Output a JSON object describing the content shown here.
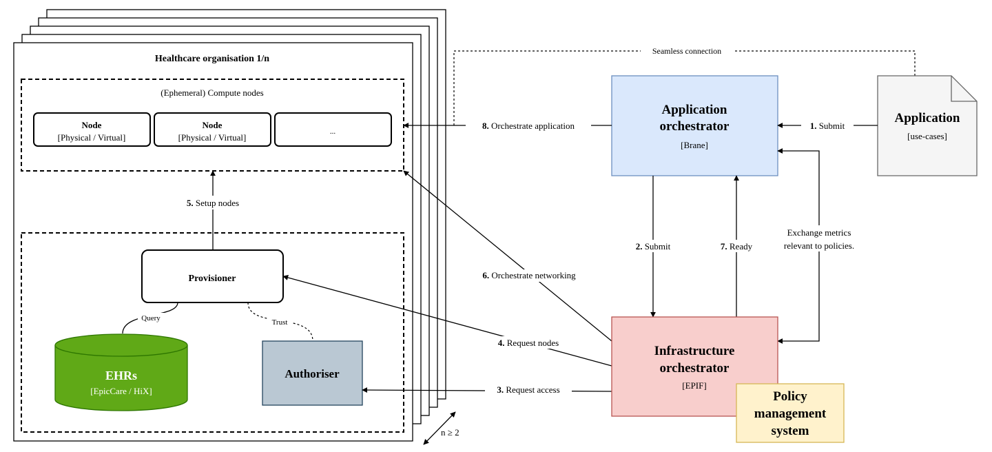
{
  "org": {
    "title": "Healthcare organisation 1/n",
    "compute_title": "(Ephemeral) Compute nodes",
    "nodes": [
      {
        "name": "Node",
        "type": "[Physical / Virtual]"
      },
      {
        "name": "Node",
        "type": "[Physical / Virtual]"
      },
      {
        "name": "",
        "type": "..."
      }
    ],
    "provisioner": "Provisioner",
    "ehr": {
      "name": "EHRs",
      "sub": "[EpicCare / HiX]"
    },
    "authoriser": "Authoriser",
    "query": "Query",
    "trust": "Trust",
    "n_label": "n ≥ 2"
  },
  "app_orch": {
    "line1": "Application",
    "line2": "orchestrator",
    "sub": "[Brane]"
  },
  "infra_orch": {
    "line1": "Infrastructure",
    "line2": "orchestrator",
    "sub": "[EPIF]"
  },
  "policy": {
    "line1": "Policy",
    "line2": "management",
    "line3": "system"
  },
  "app": {
    "name": "Application",
    "sub": "[use-cases]"
  },
  "seamless": "Seamless connection",
  "exchange": {
    "line1": "Exchange metrics",
    "line2": "relevant to policies."
  },
  "steps": [
    {
      "num": "1.",
      "text": " Submit"
    },
    {
      "num": "2.",
      "text": " Submit"
    },
    {
      "num": "3.",
      "text": " Request access"
    },
    {
      "num": "4.",
      "text": " Request nodes"
    },
    {
      "num": "5.",
      "text": " Setup nodes"
    },
    {
      "num": "6.",
      "text": " Orchestrate networking"
    },
    {
      "num": "7.",
      "text": " Ready"
    },
    {
      "num": "8.",
      "text": " Orchestrate application"
    }
  ],
  "colors": {
    "app_orch_fill": "#dae8fc",
    "app_orch_stroke": "#6c8ebf",
    "infra_fill": "#f8cecc",
    "infra_stroke": "#b85450",
    "policy_fill": "#fff2cc",
    "policy_stroke": "#d6b656",
    "ehr_fill": "#60a917",
    "ehr_stroke": "#2d7600",
    "auth_fill": "#bac8d3",
    "auth_stroke": "#23445d",
    "app_fill": "#f5f5f5",
    "app_stroke": "#666666"
  }
}
